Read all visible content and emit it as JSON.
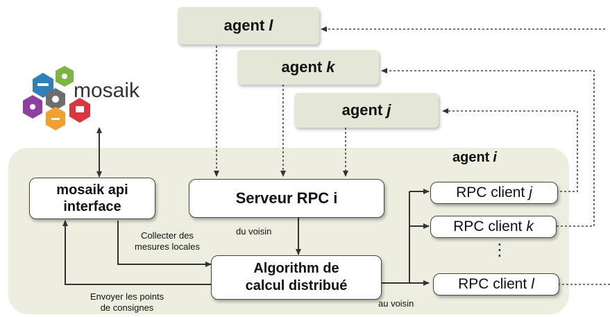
{
  "agents_top": [
    {
      "label": "agent",
      "id": "l"
    },
    {
      "label": "agent",
      "id": "k"
    },
    {
      "label": "agent",
      "id": "j"
    }
  ],
  "agent_i": {
    "label": "agent",
    "id": "i"
  },
  "mosaik": {
    "logo_text": "mosaik"
  },
  "boxes": {
    "api": {
      "line1": "mosaik api",
      "line2": "interface"
    },
    "server": "Serveur RPC i",
    "algo": {
      "line1": "Algorithm de",
      "line2": "calcul distribué"
    }
  },
  "rpc_clients": [
    {
      "label": "RPC client",
      "id": "j"
    },
    {
      "label": "RPC client",
      "id": "k"
    },
    {
      "label": "RPC client",
      "id": "l"
    }
  ],
  "ellipsis": "⋮",
  "labels": {
    "collect": {
      "line1": "Collecter des",
      "line2": "mesures locales"
    },
    "from_neighbor": "du voisin",
    "send": {
      "line1": "Envoyer les points",
      "line2": "de consignes"
    },
    "to_neighbor": "au voisin"
  },
  "colors": {
    "agent_fill": "#e4e6d6",
    "container_fill": "#edeedf",
    "arrow": "#333333"
  }
}
